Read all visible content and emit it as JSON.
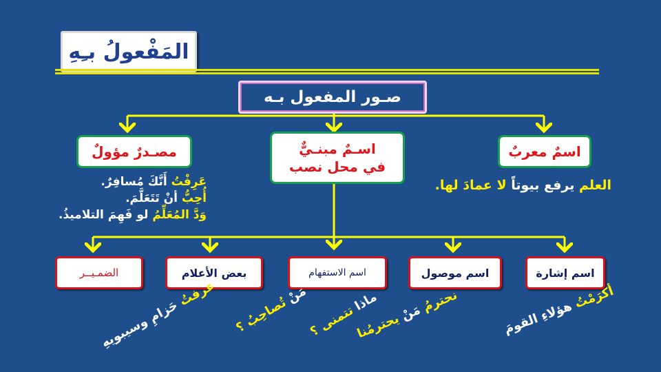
{
  "title": "المَفْعولُ بـِهِ",
  "root": "صـور المفعول بـه",
  "categories": [
    {
      "line1": "اسمٌ معربٌ",
      "line2": ""
    },
    {
      "line1": "اسـمٌ مبنـيٌّ",
      "line2": "في محل نصب"
    },
    {
      "line1": "مصـدرٌ مؤولٌ",
      "line2": ""
    }
  ],
  "subtypes": [
    {
      "label": "اسم إشارة"
    },
    {
      "label": "اسم موصول"
    },
    {
      "label": "اسم الاستفهام"
    },
    {
      "label": "بعض الأعلام"
    },
    {
      "label": "الضمـيــر"
    }
  ],
  "examples": {
    "mu3rab": {
      "a": "العلم ",
      "b": "يرفع بيوتاً",
      "c": " لا عمادَ لها."
    },
    "masdar": [
      {
        "a": "عَرِفْتُ",
        "b": " أَنَّكَ مُسافِرٌ."
      },
      {
        "a": "أُحِبُّ",
        "b": " أنْ تَتَعَلَّمَ."
      },
      {
        "a": "وَدَّ المُعَلِّمُ",
        "b": " لو فَهِمَ التلاميذُ."
      }
    ],
    "ishara": {
      "a": "أكرَمْتُ",
      "b": " هؤلاءِ القومَ"
    },
    "mawsul": {
      "a": "نحترمُ",
      "b": " مَنْ ",
      "c": "يحترمُنا"
    },
    "istifham1": {
      "a": "مَنْ ",
      "b": "تُصاحِبُ ؟"
    },
    "istifham2": {
      "a": "ماذا ",
      "b": "تتمنى ؟"
    },
    "alam": {
      "a": "عرفتُ",
      "b": " حَزامِ وسيبويهِ"
    }
  },
  "colors": {
    "background": "#1f4e8c",
    "line": "#ffff00",
    "accent_yellow": "#ffee00",
    "box_red": "#d6121a",
    "box_green": "#16a04f"
  }
}
